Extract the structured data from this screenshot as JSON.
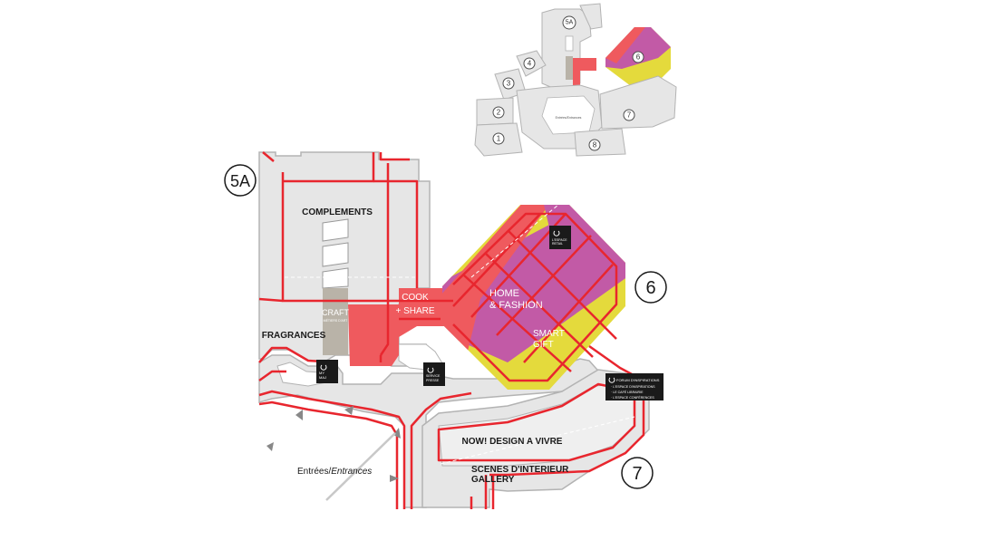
{
  "mini": {
    "halls": [
      "1",
      "2",
      "3",
      "4",
      "5A",
      "6",
      "7",
      "8"
    ],
    "center_label": "Entrées/Entrances"
  },
  "main": {
    "hall_5a": "5A",
    "hall_6": "6",
    "hall_7": "7",
    "zones": {
      "complements": "COMPLEMENTS",
      "craft": "CRAFT",
      "craft_sub": "MÉTIERS D'ART",
      "fragrances": "FRAGRANCES",
      "cook_share_1": "COOK",
      "cook_share_2": "+ SHARE",
      "home_fashion_1": "HOME",
      "home_fashion_2": "& FASHION",
      "smart_gift_1": "SMART",
      "smart_gift_2": "GIFT",
      "now_design": "NOW! DESIGN A VIVRE",
      "scenes_1": "SCENES D'INTERIEUR",
      "scenes_2": "GALLERY"
    },
    "entrances_fr": "Entrées/",
    "entrances_en": "Entrances",
    "badges": {
      "espace_retail_1": "L'ESPACE",
      "espace_retail_2": "RETAIL",
      "my_maj_1": "MY",
      "my_maj_2": "MAJ",
      "service_presse_1": "SERVICE",
      "service_presse_2": "PRESSE",
      "forum_1": "FORUM D'INSPIRATIONS",
      "forum_2": "· L'ESPACE D'INSPIRATIONS",
      "forum_3": "· LE CAFÉ LIBRAIRIE",
      "forum_4": "· L'ESPACE CONFÉRENCES"
    }
  },
  "colors": {
    "hall_fill": "#e6e6e6",
    "hall_stroke": "#b3b3b3",
    "aisle_red": "#e8262e",
    "cook_share": "#ef5a5e",
    "home_fashion": "#c25aa6",
    "smart_gift": "#e4da3c",
    "craft": "#b9b3a8",
    "badge": "#1a1a1a"
  }
}
